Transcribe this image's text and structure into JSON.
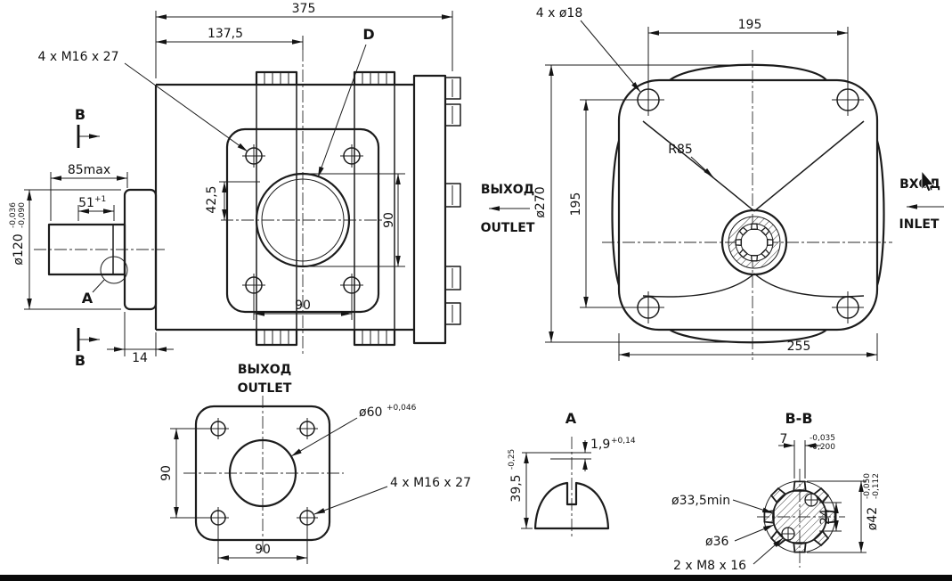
{
  "side_view": {
    "overall_length": "375",
    "flange_offset": "137,5",
    "port_mark": "D",
    "mount_bolt_spec": "4 x M16 x 27",
    "section_label": "B",
    "shaft_length_max": "85max",
    "shaft_step": "51",
    "shaft_step_tol": "+1",
    "pilot_dia": "ø120",
    "pilot_tol_upper": "-0,036",
    "pilot_tol_lower": "-0,090",
    "port_offset": "42,5",
    "bore_dia": "90",
    "bolt_spacing": "90",
    "step_width": "14",
    "detail_label": "A",
    "outlet_ru": "ВЫХОД",
    "outlet_en": "OUTLET"
  },
  "front_view": {
    "corner_hole_spec": "4 x ø18",
    "bolt_spacing_h": "195",
    "bolt_spacing_v": "195",
    "body_dia": "ø270",
    "body_radius": "R85",
    "body_width": "255",
    "inlet_ru": "ВХОД",
    "inlet_en": "INLET"
  },
  "outlet_flange_view": {
    "title_ru": "ВЫХОД",
    "title_en": "OUTLET",
    "bore_dia": "ø60",
    "bore_tol": "+0,046",
    "bolt_spec": "4 x M16 x 27",
    "spacing_v": "90",
    "spacing_h": "90"
  },
  "section_a": {
    "title": "A",
    "height": "39,5",
    "height_tol": "-0,25",
    "slot_width": "1,9",
    "slot_tol": "+0,14"
  },
  "section_bb": {
    "title": "B-B",
    "flat_width": "7",
    "flat_tol_upper": "-0,035",
    "flat_tol_lower": "-0,200",
    "spline_min_dia": "ø33,5min",
    "spline_dia": "ø36",
    "across_flats": "24",
    "shaft_dia": "ø42",
    "shaft_tol_upper": "-0,050",
    "shaft_tol_lower": "-0,112",
    "thread_spec": "2 x M8 x 16"
  }
}
